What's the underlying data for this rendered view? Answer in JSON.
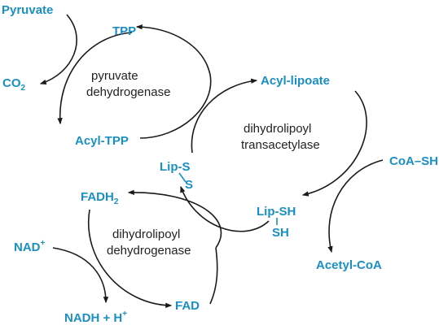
{
  "labels": {
    "pyruvate": "Pyruvate",
    "tpp": "TPP",
    "co2": "CO",
    "co2_sub": "2",
    "acyl_tpp": "Acyl-TPP",
    "acyl_lipoate": "Acyl-lipoate",
    "lip_s": "Lip-S",
    "s": "S",
    "coa_sh": "CoA–SH",
    "lip_sh": "Lip-SH",
    "sh": "SH",
    "acetyl_coa": "Acetyl-CoA",
    "fadh": "FADH",
    "fadh_sub": "2",
    "nad": "NAD",
    "nad_sup": "+",
    "fad": "FAD",
    "nadh": "NADH + H",
    "nadh_sup": "+"
  },
  "enzymes": {
    "e1_line1": "pyruvate",
    "e1_line2": "dehydrogenase",
    "e2_line1": "dihydrolipoyl",
    "e2_line2": "transacetylase",
    "e3_line1": "dihydrolipoyl",
    "e3_line2": "dehydrogenase"
  },
  "colors": {
    "label": "#1a8fc4",
    "enzyme_text": "#222222",
    "arrow": "#1a1a1a"
  }
}
